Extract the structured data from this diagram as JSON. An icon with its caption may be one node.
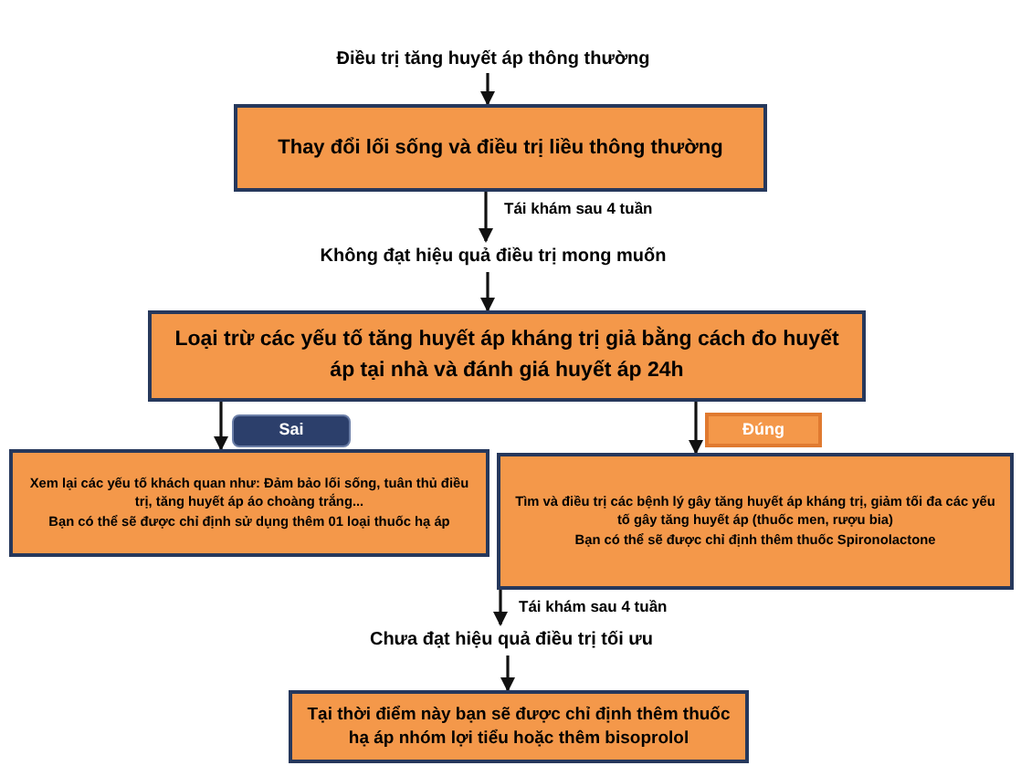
{
  "diagram": {
    "nodes": [
      {
        "text": [
          "Điều trị tăng huyết áp thông thường"
        ]
      },
      {
        "text": [
          "Thay đổi lối sống và điều trị liều thông thường"
        ]
      },
      {
        "text": [
          "Không đạt hiệu quả điều trị mong muốn"
        ]
      },
      {
        "text": [
          "Loại trừ các yếu tố tăng huyết áp kháng trị giả bằng cách đo huyết áp tại nhà và đánh giá huyết áp 24h"
        ]
      },
      {
        "text": [
          "Sai"
        ]
      },
      {
        "text": [
          "Đúng"
        ]
      },
      {
        "text": [
          "Xem lại các yếu tố khách quan như: Đảm bảo lối sống, tuân thủ điều trị, tăng huyết áp áo choàng trắng...",
          "Bạn có thể sẽ được chỉ định sử dụng thêm 01 loại thuốc hạ áp"
        ]
      },
      {
        "text": [
          "Tìm và điều trị các bệnh lý gây tăng huyết áp kháng trị, giảm tối đa các yếu tố gây tăng huyết áp (thuốc men, rượu bia)",
          "Bạn có thể sẽ được chỉ định thêm thuốc Spironolactone"
        ]
      },
      {
        "text": [
          "Chưa đạt hiệu quả điều trị tối ưu"
        ]
      },
      {
        "text": [
          "Tại thời điểm này bạn sẽ được chỉ định thêm thuốc hạ áp nhóm lợi tiểu  hoặc thêm bisoprolol"
        ]
      }
    ],
    "edges": [
      {
        "from": 0,
        "to": 1,
        "arrow": "to"
      },
      {
        "from": 1,
        "to": 2,
        "arrow": "to",
        "label": "Tái khám sau 4 tuần"
      },
      {
        "from": 2,
        "to": 3,
        "arrow": "to"
      },
      {
        "from": 3,
        "to": 6,
        "arrow": "to"
      },
      {
        "from": 3,
        "to": 7,
        "arrow": "to"
      },
      {
        "from": 7,
        "to": 8,
        "arrow": "to",
        "label": "Tái khám sau 4 tuần"
      },
      {
        "from": 8,
        "to": 9,
        "arrow": "to"
      }
    ]
  }
}
